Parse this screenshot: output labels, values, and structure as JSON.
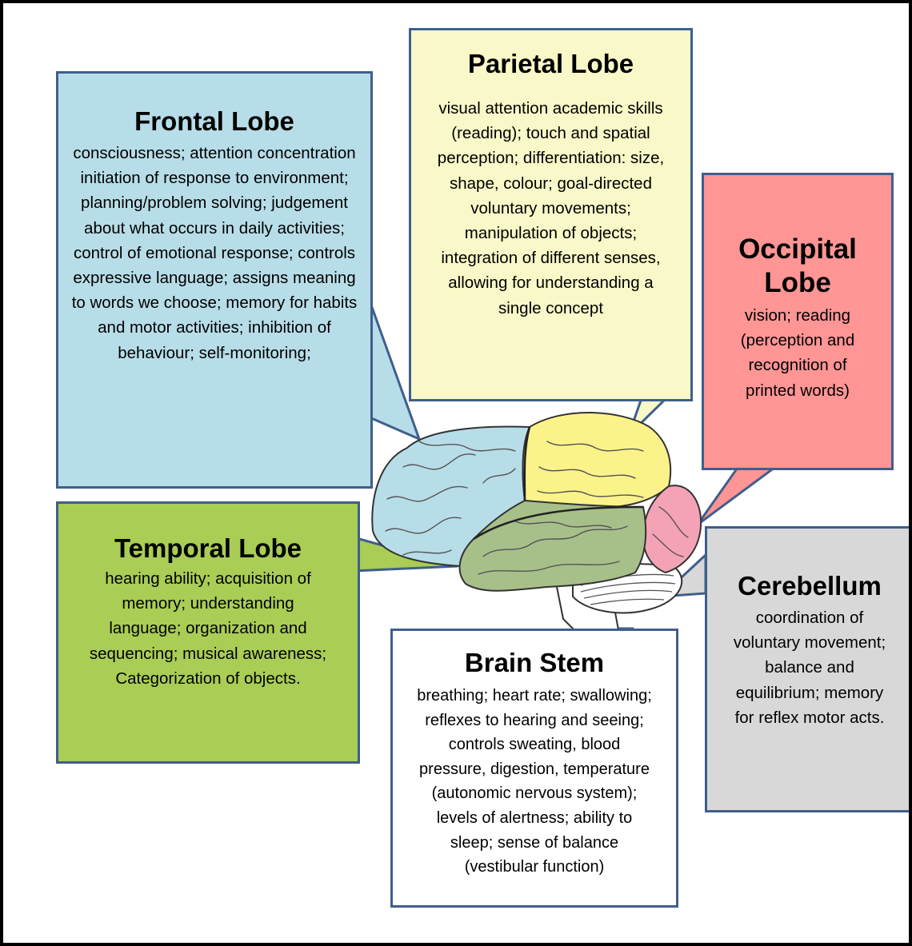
{
  "colors": {
    "border": "#3f5f8c",
    "frontal": "#b7dde8",
    "parietal": "#f8f8c8",
    "occipital": "#ff9595",
    "temporal": "#a9cd55",
    "cerebellum": "#d8d8d8",
    "brainstem": "#ffffff"
  },
  "lobes": {
    "frontal": {
      "title": "Frontal Lobe",
      "desc": "consciousness; attention concentration initiation of response to environment; planning/problem solving; judgement about what occurs in daily activities; control of emotional response; controls expressive language; assigns meaning to words we choose; memory for habits and motor activities; inhibition of behaviour; self-monitoring;"
    },
    "parietal": {
      "title": "Parietal Lobe",
      "desc": "visual attention academic skills (reading); touch and spatial perception; differentiation: size, shape, colour; goal-directed voluntary movements; manipulation of objects; integration of different senses, allowing for understanding a single concept"
    },
    "occipital": {
      "title": "Occipital Lobe",
      "desc": "vision; reading (perception and recognition of printed words)"
    },
    "temporal": {
      "title": "Temporal Lobe",
      "desc": "hearing ability; acquisition of memory; understanding language; organization and sequencing; musical awareness; Categorization of objects."
    },
    "cerebellum": {
      "title": "Cerebellum",
      "desc": "coordination of voluntary movement; balance and equilibrium; memory for reflex motor acts."
    },
    "brainstem": {
      "title": "Brain Stem",
      "desc": "breathing; heart rate; swallowing; reflexes to hearing and seeing; controls sweating, blood pressure, digestion, temperature (autonomic nervous system); levels of alertness; ability to sleep; sense of balance (vestibular function)"
    }
  }
}
